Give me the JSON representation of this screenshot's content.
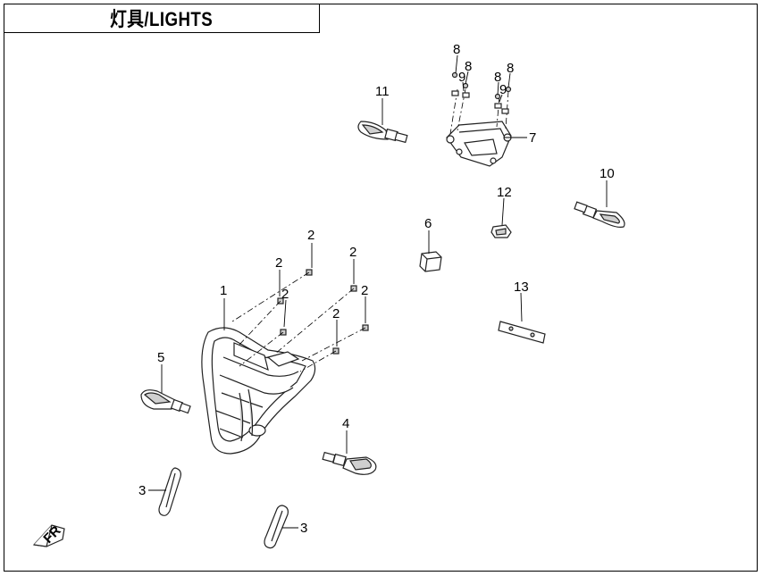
{
  "title": "灯具/LIGHTS",
  "callouts": {
    "c1": "1",
    "c2a": "2",
    "c2b": "2",
    "c2c": "2",
    "c2d": "2",
    "c2e": "2",
    "c2f": "2",
    "c3a": "3",
    "c3b": "3",
    "c4": "4",
    "c5": "5",
    "c6": "6",
    "c7": "7",
    "c8a": "8",
    "c8b": "8",
    "c8c": "8",
    "c8d": "8",
    "c9a": "9",
    "c9b": "9",
    "c10": "10",
    "c11": "11",
    "c12": "12",
    "c13": "13"
  },
  "fr_mark": "FR"
}
